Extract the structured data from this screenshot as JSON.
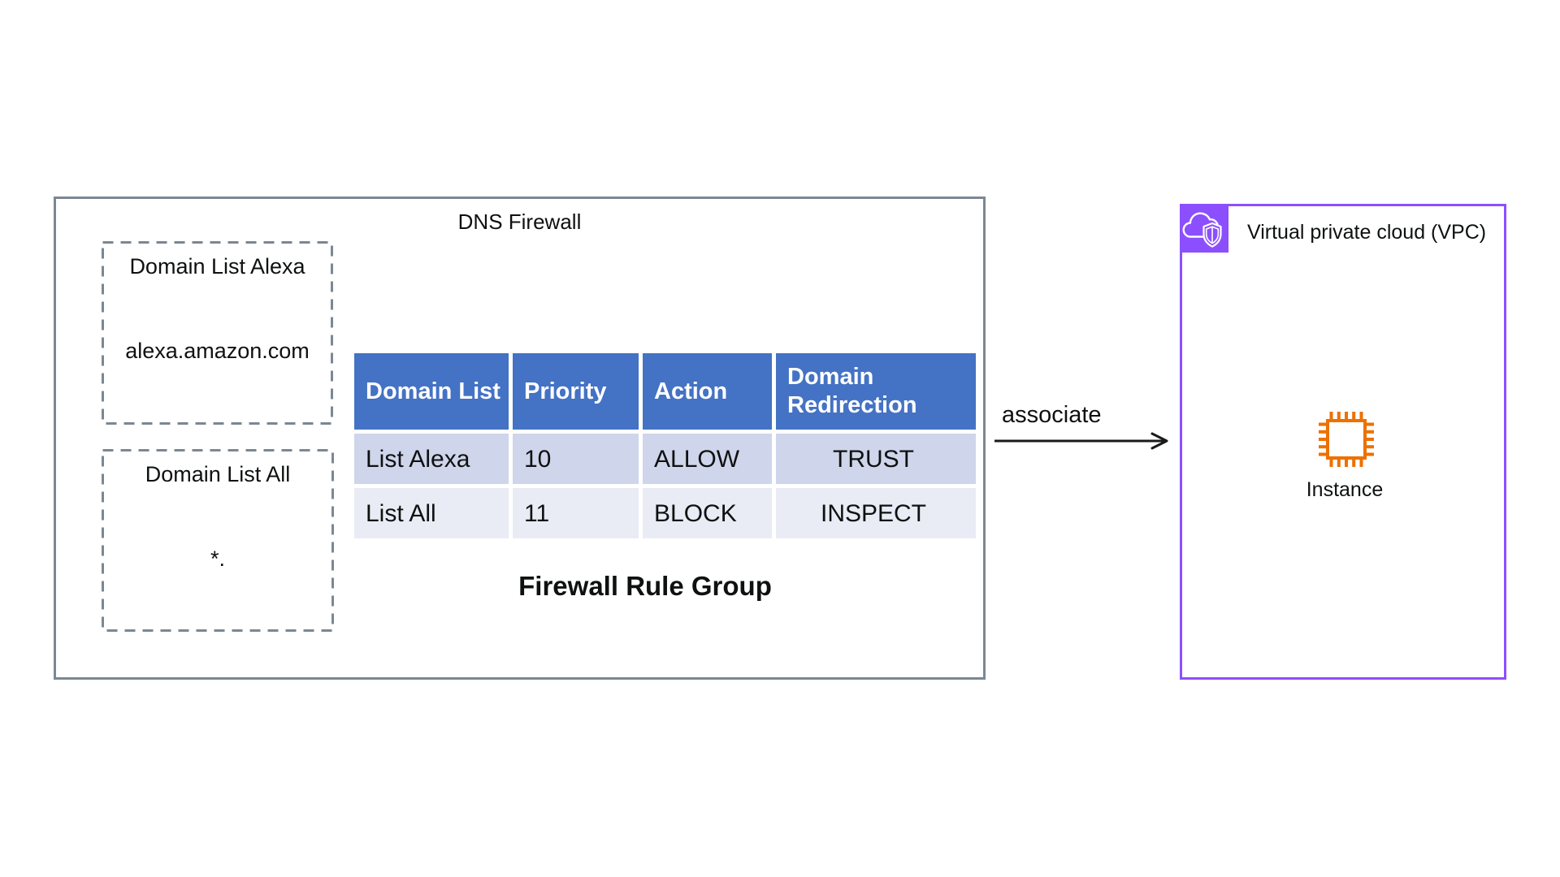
{
  "dns_firewall": {
    "title": "DNS Firewall",
    "domain_lists": [
      {
        "title": "Domain List Alexa",
        "value": "alexa.amazon.com"
      },
      {
        "title": "Domain List All",
        "value": "*."
      }
    ],
    "rule_table": {
      "columns": [
        "Domain List",
        "Priority",
        "Action",
        "Domain Redirection"
      ],
      "rows": [
        [
          "List Alexa",
          "10",
          "ALLOW",
          "TRUST"
        ],
        [
          "List All",
          "11",
          "BLOCK",
          "INSPECT"
        ]
      ]
    },
    "caption": "Firewall Rule Group"
  },
  "association": {
    "label": "associate"
  },
  "vpc": {
    "title": "Virtual private cloud (VPC)",
    "instance_label": "Instance",
    "icons": {
      "badge": "vpc-cloud-shield-icon",
      "instance": "instance-chip-icon"
    }
  },
  "colors": {
    "table_header_bg": "#4472C4",
    "table_row_band_dark": "#CFD5EA",
    "table_row_band_light": "#E9EBF5",
    "container_border": "#7B8794",
    "vpc_purple": "#8C4FFF",
    "instance_orange": "#ED7100",
    "arrow_black": "#1a1a1a",
    "text": "#0f1111"
  }
}
